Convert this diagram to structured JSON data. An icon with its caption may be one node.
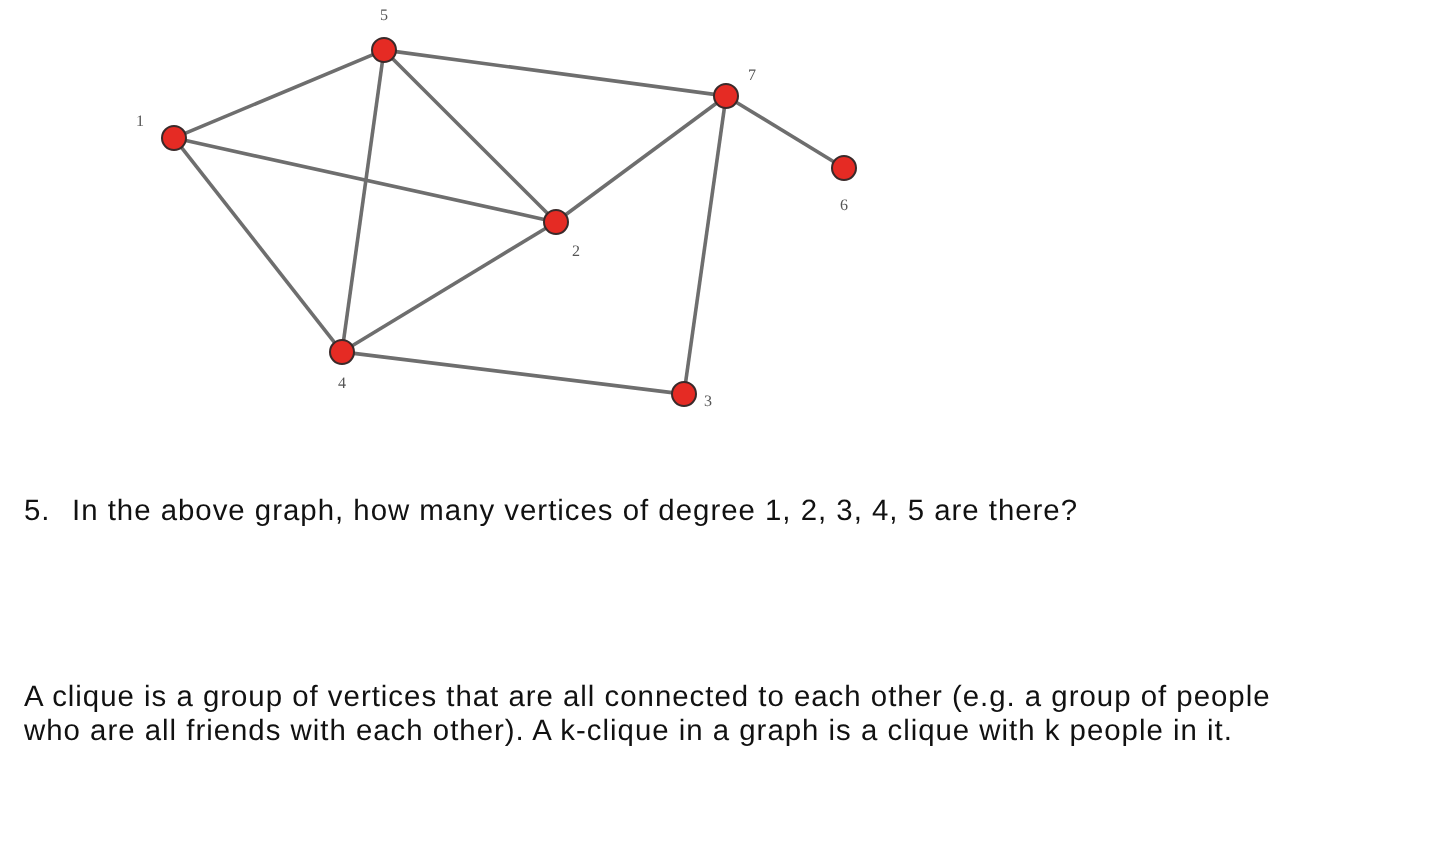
{
  "diagram": {
    "nodes": [
      {
        "text": [],
        "shape": "circle",
        "beside": [
          "5"
        ]
      },
      {
        "text": [],
        "shape": "circle",
        "beside": [
          "7"
        ]
      },
      {
        "text": [],
        "shape": "circle",
        "beside": [
          "1"
        ]
      },
      {
        "text": [],
        "shape": "circle",
        "beside": [
          "6"
        ]
      },
      {
        "text": [],
        "shape": "circle",
        "beside": [
          "2"
        ]
      },
      {
        "text": [],
        "shape": "circle",
        "beside": [
          "4"
        ]
      },
      {
        "text": [],
        "shape": "circle",
        "beside": [
          "3"
        ]
      }
    ],
    "edges": [
      {
        "from": 2,
        "to": 0,
        "arrow": "none"
      },
      {
        "from": 2,
        "to": 4,
        "arrow": "none"
      },
      {
        "from": 2,
        "to": 5,
        "arrow": "none"
      },
      {
        "from": 0,
        "to": 1,
        "arrow": "none"
      },
      {
        "from": 0,
        "to": 4,
        "arrow": "none"
      },
      {
        "from": 0,
        "to": 5,
        "arrow": "none"
      },
      {
        "from": 1,
        "to": 4,
        "arrow": "none"
      },
      {
        "from": 1,
        "to": 6,
        "arrow": "none"
      },
      {
        "from": 1,
        "to": 3,
        "arrow": "none"
      },
      {
        "from": 5,
        "to": 4,
        "arrow": "none"
      },
      {
        "from": 5,
        "to": 6,
        "arrow": "none"
      }
    ],
    "labels": [
      "5.",
      "In the above graph, how many vertices of degree 1, 2, 3, 4, 5 are there?",
      "A clique is a group of vertices that are all connected to each other (e.g. a group of people who are all friends with each other). A k-clique in a graph is a clique with k people in it."
    ]
  }
}
